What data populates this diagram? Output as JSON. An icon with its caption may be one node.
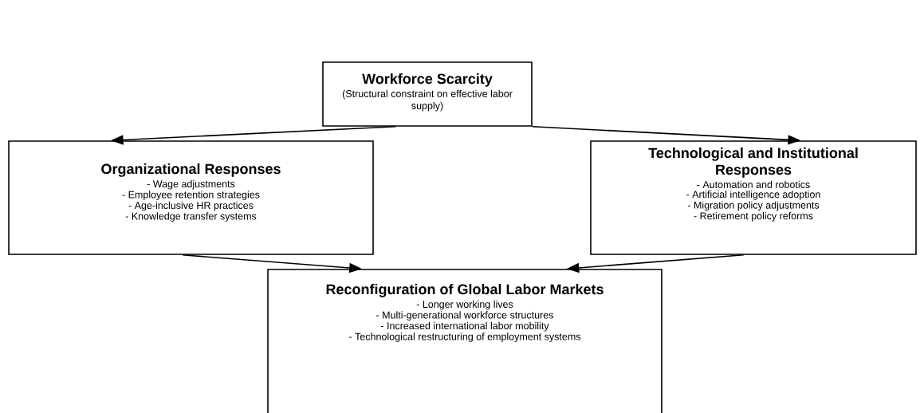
{
  "diagram": {
    "nodes": [
      {
        "text": [
          "Workforce Scarcity",
          "(Structural constraint on effective labor supply)"
        ]
      },
      {
        "text": [
          "Organizational Responses",
          "- Wage adjustments",
          "- Employee retention strategies",
          "- Age-inclusive HR practices",
          "- Knowledge transfer systems"
        ]
      },
      {
        "text": [
          "Technological and Institutional Responses",
          "- Automation and robotics",
          "- Artificial intelligence adoption",
          "- Migration policy adjustments",
          "- Retirement policy reforms"
        ]
      },
      {
        "text": [
          "Reconfiguration of Global Labor Markets",
          "- Longer working lives",
          "- Multi-generational workforce structures",
          "- Increased international labor mobility",
          "- Technological restructuring of employment systems"
        ]
      }
    ],
    "edges": [
      {
        "from": 0,
        "to": 1,
        "arrow": "to"
      },
      {
        "from": 0,
        "to": 2,
        "arrow": "to"
      },
      {
        "from": 1,
        "to": 3,
        "arrow": "to"
      },
      {
        "from": 2,
        "to": 3,
        "arrow": "to"
      }
    ]
  }
}
